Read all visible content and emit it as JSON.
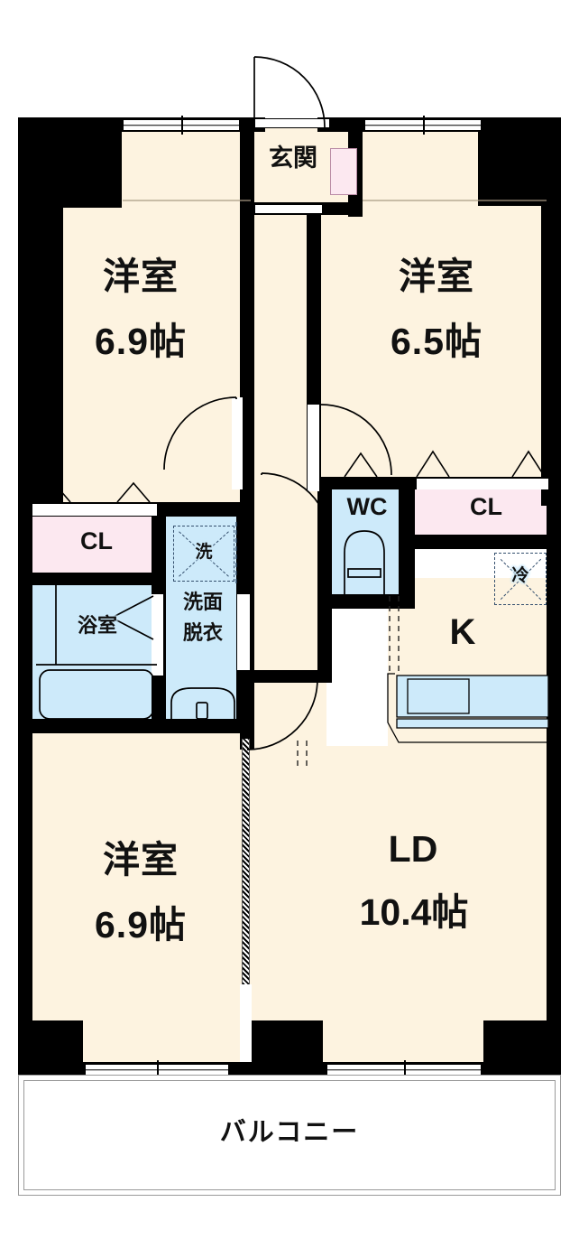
{
  "document": {
    "type": "floor-plan",
    "title": "3LDK 間取り図",
    "unit_suffix": "帖"
  },
  "rooms": [
    {
      "id": "entrance",
      "name": "玄関",
      "area": null,
      "kind": "entry"
    },
    {
      "id": "bed-nw",
      "name": "洋室",
      "area": "6.9",
      "kind": "bedroom"
    },
    {
      "id": "bed-ne",
      "name": "洋室",
      "area": "6.5",
      "kind": "bedroom"
    },
    {
      "id": "bed-sw",
      "name": "洋室",
      "area": "6.9",
      "kind": "bedroom"
    },
    {
      "id": "living",
      "name": "LD",
      "area": "10.4",
      "kind": "living"
    },
    {
      "id": "kitchen",
      "name": "K",
      "area": null,
      "kind": "kitchen"
    },
    {
      "id": "bath",
      "name": "浴室",
      "area": null,
      "kind": "bath"
    },
    {
      "id": "washroom",
      "name": "洗面\n脱衣",
      "area": null,
      "kind": "washroom"
    },
    {
      "id": "toilet",
      "name": "WC",
      "area": null,
      "kind": "toilet"
    },
    {
      "id": "balcony",
      "name": "バルコニー",
      "area": null,
      "kind": "balcony"
    }
  ],
  "storage": [
    {
      "id": "cl-west",
      "name": "CL"
    },
    {
      "id": "cl-east",
      "name": "CL"
    }
  ],
  "appliances": [
    {
      "id": "washer",
      "name": "洗",
      "meaning": "washing-machine-space"
    },
    {
      "id": "fridge",
      "name": "冷",
      "meaning": "refrigerator-space"
    }
  ],
  "labels": {
    "entrance": "玄関",
    "bed_nw_name": "洋室",
    "bed_nw_area": "6.9帖",
    "bed_ne_name": "洋室",
    "bed_ne_area": "6.5帖",
    "bed_sw_name": "洋室",
    "bed_sw_area": "6.9帖",
    "ld_name": "LD",
    "ld_area": "10.4帖",
    "kitchen": "K",
    "bath": "浴室",
    "washroom_line1": "洗面",
    "washroom_line2": "脱衣",
    "toilet": "WC",
    "closet_west": "CL",
    "closet_east": "CL",
    "washer": "洗",
    "fridge": "冷",
    "balcony": "バルコニー"
  },
  "colors": {
    "wall": "#000000",
    "floor": "#fdf3e0",
    "wet_area": "#cdeafa",
    "closet": "#fce8f0",
    "background": "#ffffff",
    "appliance_dash": "#35506e",
    "thin_line": "#8a7f6a",
    "balcony_outline": "#9a9a9a"
  },
  "fixtures": [
    {
      "id": "bathtub",
      "name": "bathtub"
    },
    {
      "id": "vanity-sink",
      "name": "vanity-sink"
    },
    {
      "id": "toilet-bowl",
      "name": "toilet-bowl"
    },
    {
      "id": "kitchen-sink",
      "name": "kitchen-sink"
    },
    {
      "id": "shoe-cabinet",
      "name": "shoe-cabinet"
    }
  ]
}
